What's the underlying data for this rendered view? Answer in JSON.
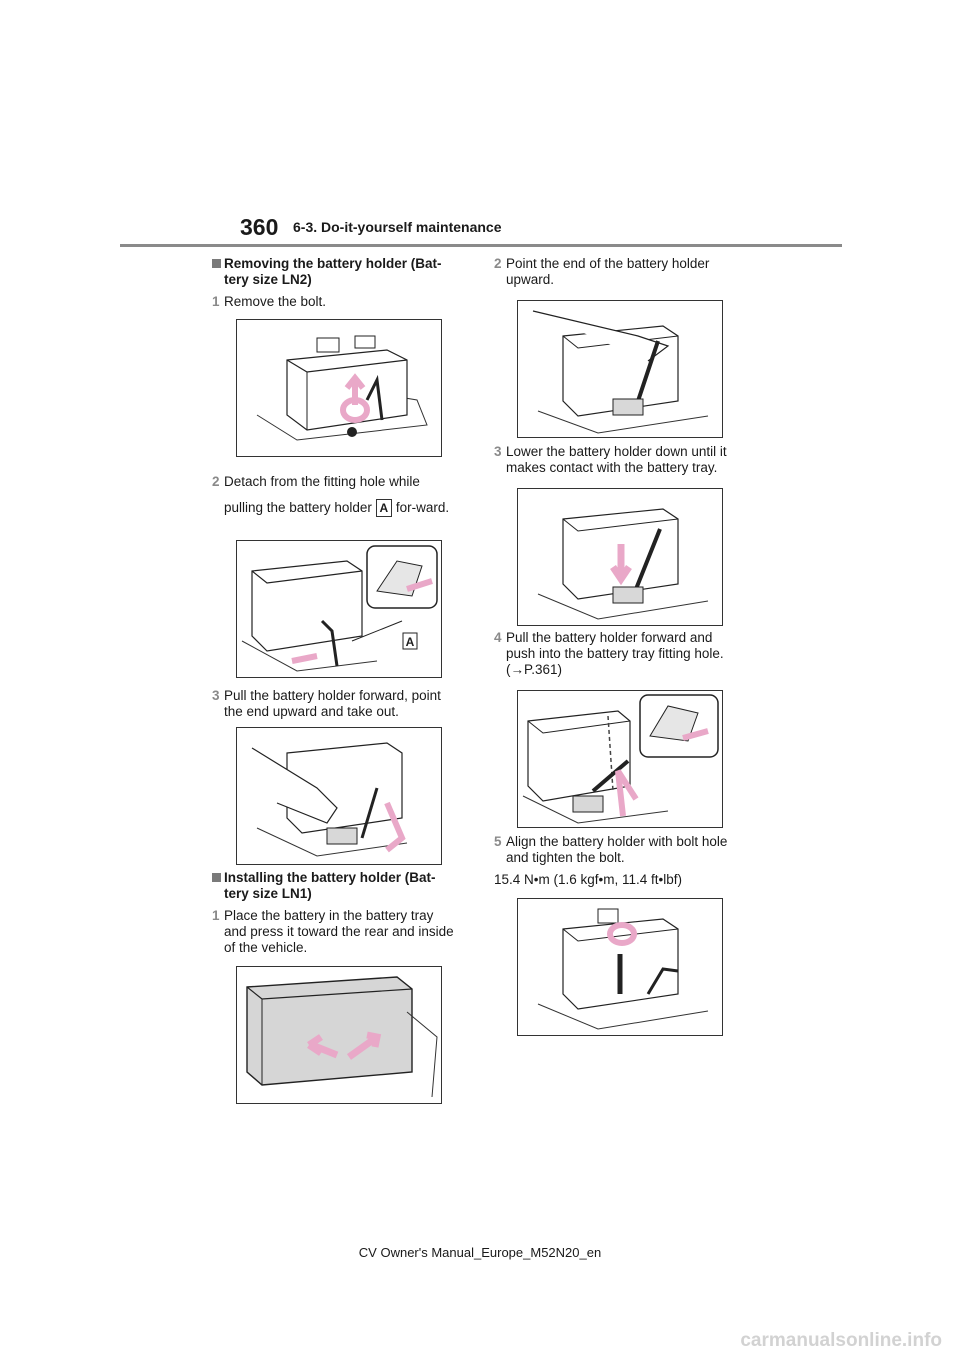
{
  "header": {
    "page_number": "360",
    "section_title": "6-3. Do-it-yourself maintenance"
  },
  "left": {
    "remove_heading": "Removing the battery holder (Bat-tery size LN2)",
    "remove_steps": [
      {
        "num": "1",
        "text": "Remove the bolt."
      },
      {
        "num": "2",
        "text_before": "Detach from the fitting hole while pulling the battery holder",
        "badge": "A",
        "text_after": "for-ward."
      },
      {
        "num": "3",
        "text": "Pull the battery holder forward, point the end upward and take out."
      }
    ],
    "fig2_label": "A",
    "install_heading": "Installing the battery holder (Bat-tery size LN1)",
    "install_steps": [
      {
        "num": "1",
        "text": "Place the battery in the battery tray and press it toward the rear and inside of the vehicle."
      }
    ]
  },
  "right": {
    "steps": [
      {
        "num": "2",
        "text": "Point the end of the battery holder upward."
      },
      {
        "num": "3",
        "text": "Lower the battery holder down until it makes contact with the battery tray."
      },
      {
        "num": "4",
        "text": "Pull the battery holder forward and push into the battery tray fitting hole. (→P.361)"
      },
      {
        "num": "5",
        "text": "Align the battery holder with bolt hole and tighten the bolt."
      }
    ],
    "torque_spec": "15.4 N•m (1.6 kgf•m, 11.4 ft•lbf)"
  },
  "footer": {
    "manual_id": "CV Owner's Manual_Europe_M52N20_en"
  },
  "watermark": "carmanualsonline.info",
  "colors": {
    "arrow_pink": "#e9a8c8",
    "rule_gray": "#8a8a8a"
  }
}
